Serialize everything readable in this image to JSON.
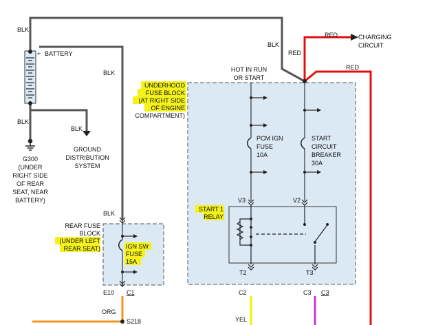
{
  "wires": {
    "blk_top": "BLK",
    "blk_battery_right": "BLK",
    "blk_battery_bottom": "BLK",
    "blk_ground_branch": "BLK",
    "blk_rear_fuse_in": "BLK",
    "blk_underhood_in": "BLK",
    "red_charging": "RED",
    "red_junction": "RED",
    "red_right": "RED",
    "org": "ORG",
    "yel": "YEL"
  },
  "battery": {
    "label": "BATTERY",
    "plus": "+"
  },
  "charging_circuit": {
    "line1": "CHARGING",
    "line2": "CIRCUIT"
  },
  "ground_distribution": {
    "line1": "GROUND",
    "line2": "DISTRIBUTION",
    "line3": "SYSTEM"
  },
  "ground_g300": {
    "line1": "G300",
    "line2": "(UNDER",
    "line3": "RIGHT SIDE",
    "line4": "OF REAR",
    "line5": "SEAT, NEAR",
    "line6": "BATTERY)"
  },
  "hot_label": {
    "line1": "HOT IN RUN",
    "line2": "OR START"
  },
  "underhood_fuse_block": {
    "line1": "UNDERHOOD",
    "line2": "FUSE BLOCK",
    "line3": "(AT RIGHT SIDE",
    "line4": "OF ENGINE",
    "line5": "COMPARTMENT)"
  },
  "pcm_fuse": {
    "line1": "PCM IGN",
    "line2": "FUSE",
    "line3": "10A"
  },
  "start_breaker": {
    "line1": "START",
    "line2": "CIRCUIT",
    "line3": "BREAKER",
    "line4": "30A"
  },
  "relay": {
    "line1": "START 1",
    "line2": "RELAY"
  },
  "rear_fuse_block": {
    "line1": "REAR FUSE",
    "line2": "BLOCK",
    "line3": "(UNDER LEFT",
    "line4": "REAR SEAT)"
  },
  "ign_fuse": {
    "line1": "IGN SW",
    "line2": "FUSE",
    "line3": "15A"
  },
  "pins": {
    "v3": "V3",
    "v2": "V2",
    "t2": "T2",
    "t3": "T3",
    "e10": "E10",
    "c1": "C1",
    "c2": "C2",
    "c3a": "C3",
    "c3b": "C3",
    "s218": "S218"
  },
  "colors": {
    "wire_black": "#555555",
    "wire_red": "#e01010",
    "wire_orange": "#f7941d",
    "wire_yellow": "#f2f200",
    "wire_violet": "#cc33cc",
    "component_fill": "#dbe9f5",
    "highlight": "#f4f21a"
  }
}
